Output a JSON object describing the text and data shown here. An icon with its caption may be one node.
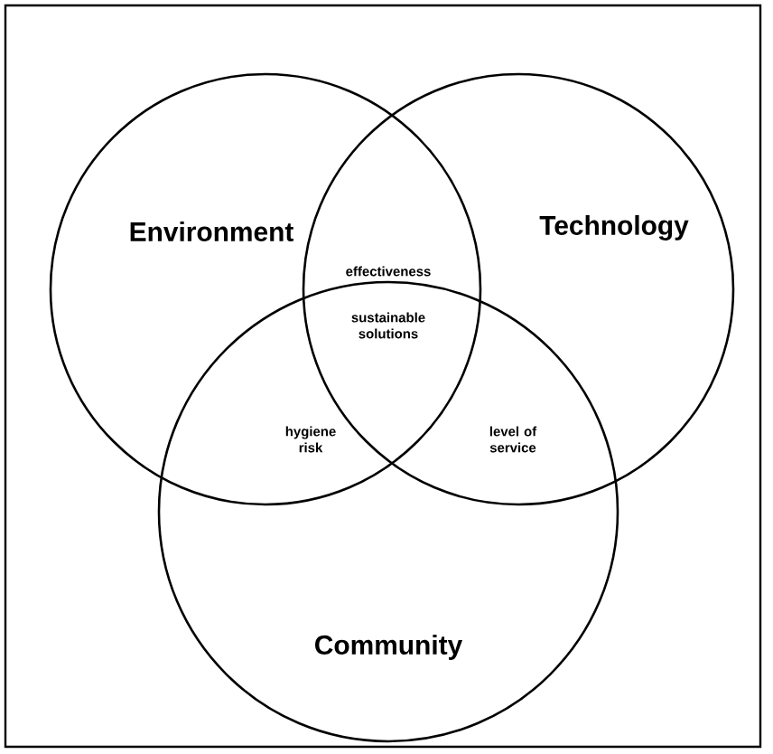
{
  "diagram": {
    "nodes": [
      {
        "text": [
          "Environment"
        ]
      },
      {
        "text": [
          "Technology"
        ]
      },
      {
        "text": [
          "Community"
        ]
      }
    ],
    "labels": [
      "effectiveness",
      "sustainable solutions",
      "hygiene risk",
      "level of service"
    ]
  }
}
